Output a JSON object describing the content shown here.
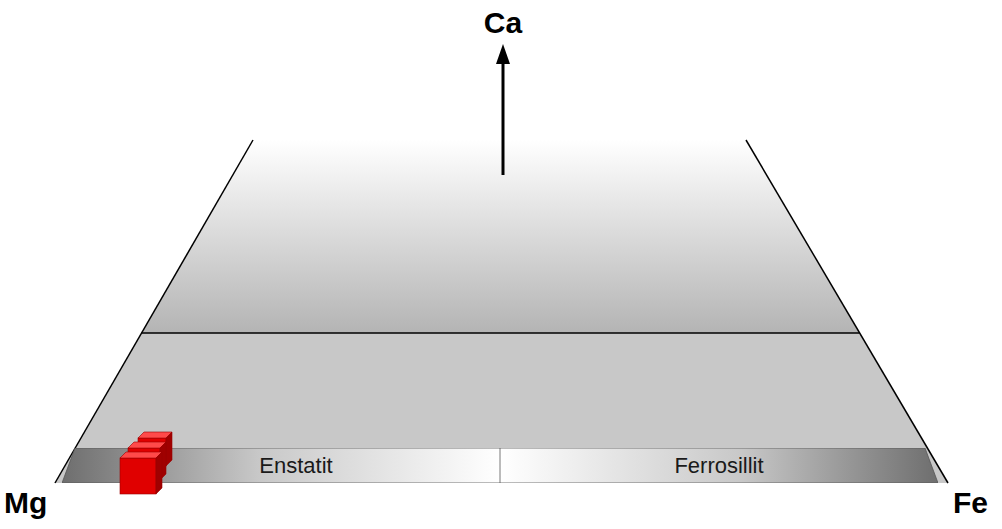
{
  "diagram": {
    "nodes": [
      {
        "text": [
          "Enstatit"
        ]
      },
      {
        "text": [
          "Ferrosillit"
        ]
      }
    ],
    "labels": [
      "Ca",
      "Mg",
      "Fe"
    ]
  }
}
